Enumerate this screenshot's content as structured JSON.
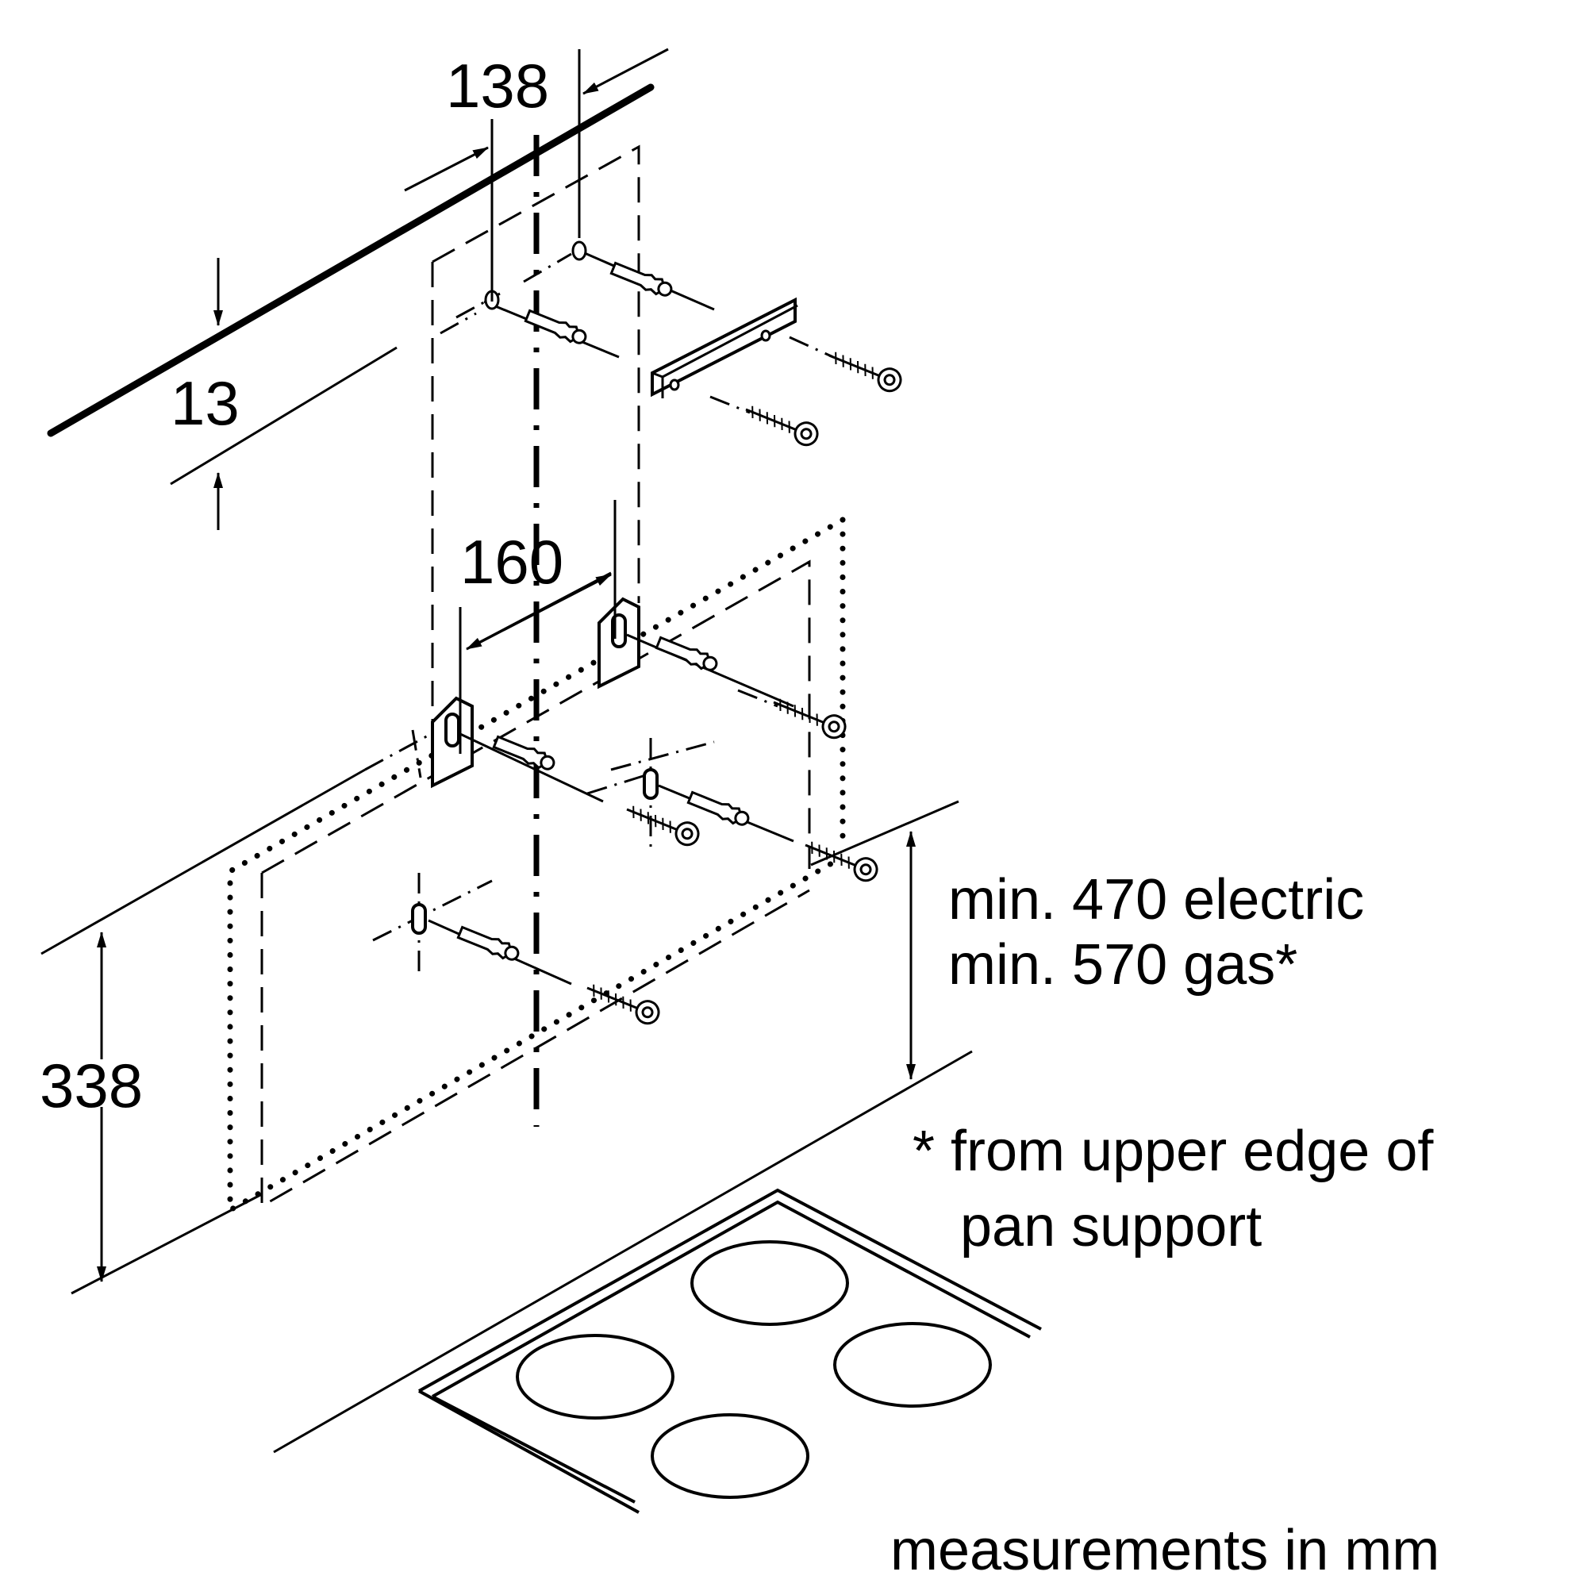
{
  "dimensions": {
    "top_spacing": "138",
    "wall_offset": "13",
    "bracket_spacing": "160",
    "side_height": "338",
    "min_clearance_electric": "min. 470 electric",
    "min_clearance_gas": "min. 570 gas*"
  },
  "footnote": {
    "line1": "* from upper edge of",
    "line2": "pan support"
  },
  "units_note": "measurements in mm"
}
